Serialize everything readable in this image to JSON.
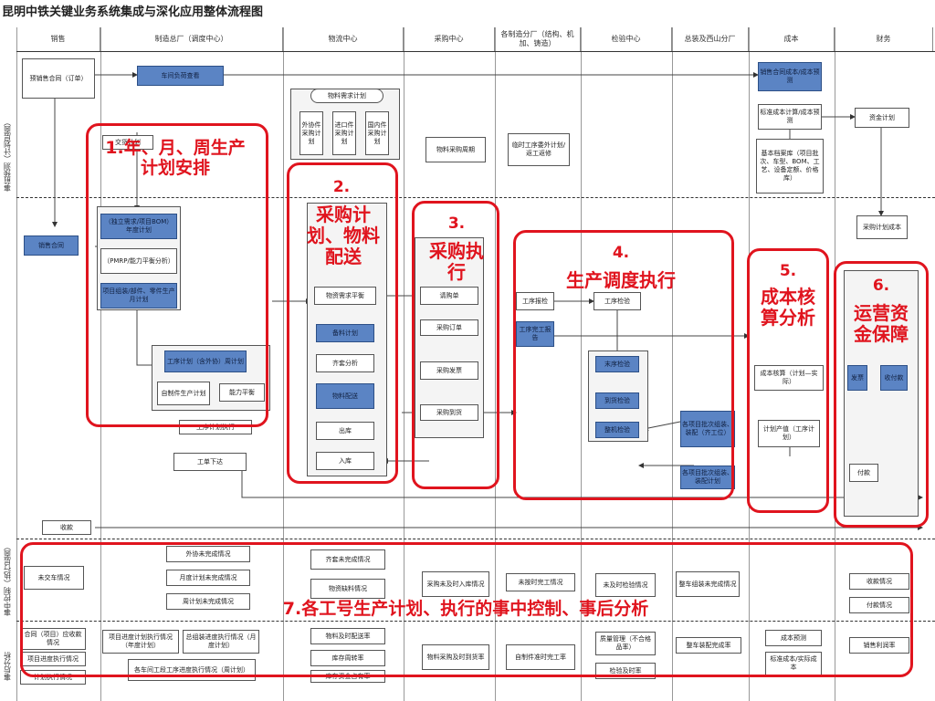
{
  "title": "昆明中铁关键业务系统集成与深化应用整体流程图",
  "columns": [
    "销售",
    "制造总厂（调度中心）",
    "物流中心",
    "采购中心",
    "各制造分厂（结构、机加、铸造）",
    "检验中心",
    "总装及西山分厂",
    "成本",
    "财务"
  ],
  "rows": [
    "事前预测（计划层面）",
    "事中控制（执行层面）",
    "事后分析"
  ],
  "nodes": {
    "n1": "预销售合同（订单）",
    "n2": "车间负荷查看",
    "n3": "销售合同成本/成本预测",
    "n4": "物料需求计划",
    "n5": "外协件采购计划",
    "n6": "进口件采购计划",
    "n7": "国内件采购计划",
    "n8": "标准成本计算/成本预测",
    "n9": "资金计划",
    "n10": "物料采购周期",
    "n11": "临时工序委外计划/返工返修",
    "n12": "基本档案库（项目批次、车型、BOM、工艺、设备定额、价格库）",
    "n13": "采购计划成本",
    "n14": "销售合同",
    "n15": "交货计划",
    "n16": "（独立需求/项目BOM）年度计划",
    "n17": "（PMRP/能力平衡分析）",
    "n18": "项目组装/部件、零件生产月计划",
    "n19": "物资需求平衡",
    "n20": "备料计划",
    "n21": "齐套分析",
    "n22": "物料配送",
    "n23": "出库",
    "n24": "入库",
    "n25": "请购单",
    "n26": "采购订单",
    "n27": "采购发票",
    "n28": "采购到货",
    "n29": "工序计划（含外协）周计划",
    "n30": "自制件生产计划",
    "n31": "能力平衡",
    "n32": "工序计划执行",
    "n33": "工单下达",
    "n34": "工序报检",
    "n35": "工序完工报告",
    "n36": "工序检验",
    "n37": "末序检验",
    "n38": "到货检验",
    "n39": "整机检验",
    "n40": "各项目批次组装、装配（齐工位）",
    "n41": "各项目批次组装、装配计划",
    "n42": "成本核算（计划—实际）",
    "n43": "计划产值（工序计划）",
    "n44": "付款",
    "n45": "发票",
    "n46": "收付款",
    "n47": "收款",
    "b1": "未交车情况",
    "b2": "外协未完成情况",
    "b3": "月度计划未完成情况",
    "b4": "周计划未完成情况",
    "b5": "齐套未完成情况",
    "b6": "物资缺料情况",
    "b7": "采购未及时入库情况",
    "b8": "未按时完工情况",
    "b9": "未及时检验情况",
    "b10": "整车组装未完成情况",
    "b11": "收款情况",
    "b12": "付款情况",
    "c1": "合同（项目）应收款情况",
    "c2": "项目进度执行情况",
    "c3": "项目进度计划执行情况（年度计划）",
    "c4": "总组装进度执行情况（月度计划）",
    "c5": "各车间工段工序进度执行情况（周计划）",
    "c6": "物料及时配送率",
    "c7": "库存周转率",
    "c8": "库存资金占有率",
    "c9": "物料采购及时到货率",
    "c10": "自制件准时完工率",
    "c11": "质量管理（不合格品率）",
    "c12": "检验及时率",
    "c13": "整车装配完成率",
    "c14": "成本预测",
    "c15": "标准成本/实际成本",
    "c16": "销售利润率",
    "c17": "计划执行情况"
  },
  "labels": {
    "l1": "1.年、月、周生产计划安排",
    "l2n": "2.",
    "l2": "采购计划、物料配送",
    "l3n": "3.",
    "l3": "采购执行",
    "l4n": "4.",
    "l4": "生产调度执行",
    "l5n": "5.",
    "l5": "成本核算分析",
    "l6n": "6.",
    "l6": "运营资金保障",
    "l7": "7.各工号生产计划、执行的事中控制、事后分析"
  },
  "colors": {
    "highlight": "#e0141e",
    "node_blue": "#5b84c4"
  }
}
